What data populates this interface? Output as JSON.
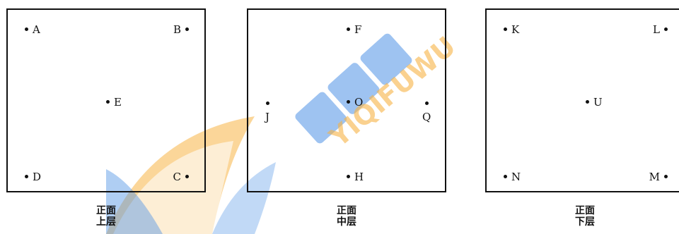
{
  "watermark": {
    "text": "YIQIFUWU"
  },
  "panels": [
    {
      "points": {
        "A": "A",
        "B": "B",
        "E": "E",
        "D": "D",
        "C": "C"
      },
      "caption": {
        "line1": "正面",
        "line2": "上层"
      }
    },
    {
      "points": {
        "F": "F",
        "J": "J",
        "O": "O",
        "Q": "Q",
        "H": "H"
      },
      "caption": {
        "line1": "正面",
        "line2": "中层"
      }
    },
    {
      "points": {
        "K": "K",
        "L": "L",
        "U": "U",
        "N": "N",
        "M": "M"
      },
      "caption": {
        "line1": "正面",
        "line2": "下层"
      }
    }
  ],
  "colors": {
    "watermark_blue": "#2f7ee0",
    "watermark_orange": "#f5a623",
    "ink": "#111111"
  }
}
